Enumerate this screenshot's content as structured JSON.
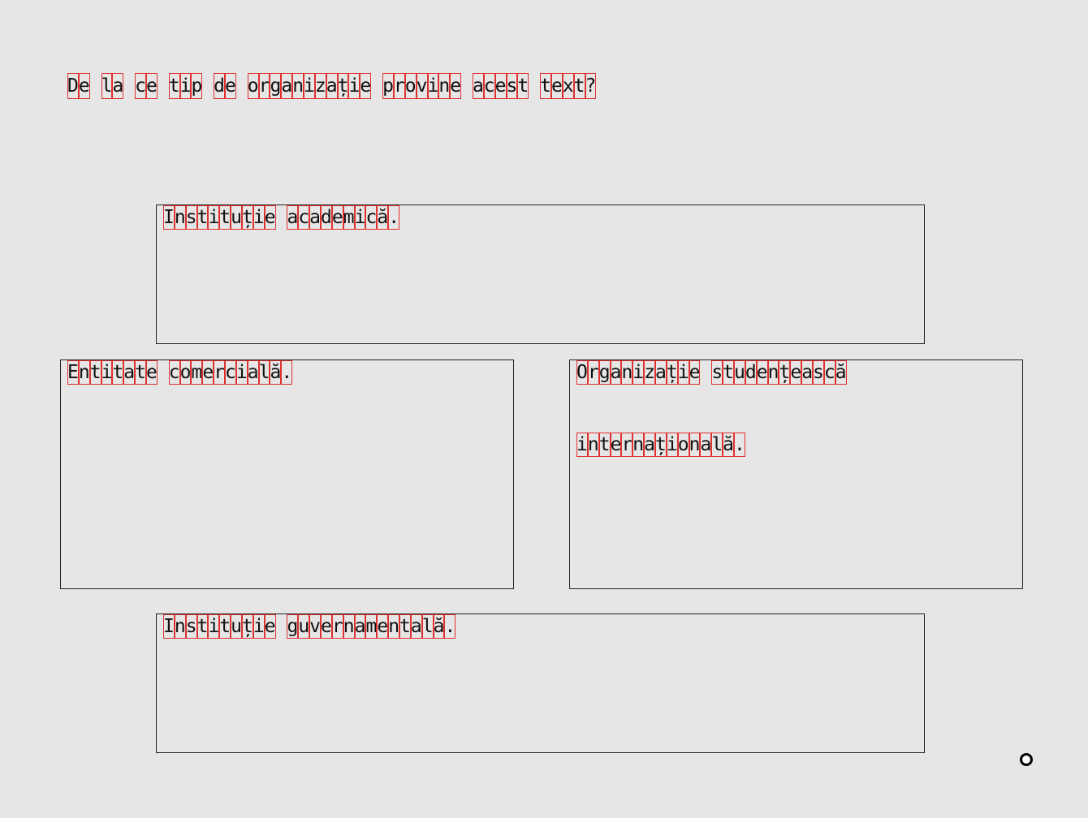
{
  "question": "De la ce tip de organizație provine acest text?",
  "options": [
    {
      "id": "a",
      "label": "Instituție academică."
    },
    {
      "id": "b",
      "label": "Entitate comercială."
    },
    {
      "id": "c",
      "label": "Organizație studențească",
      "label_line2": "internațională."
    },
    {
      "id": "d",
      "label": "Instituție guvernamentală."
    }
  ],
  "colors": {
    "background": "#e6e6e6",
    "border": "#222222",
    "glyph_outline": "#e03030"
  },
  "cursor_icon": "cursor-ring-icon"
}
